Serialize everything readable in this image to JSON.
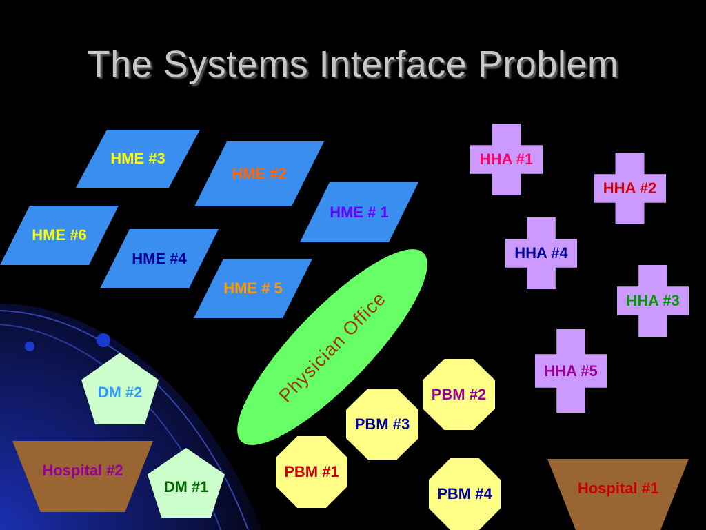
{
  "title": "The Systems Interface Problem",
  "hme": [
    {
      "label": "HME #3",
      "color": "#ffff00"
    },
    {
      "label": "HME #2",
      "color": "#ff6600"
    },
    {
      "label": "HME # 1",
      "color": "#6600ff"
    },
    {
      "label": "HME #6",
      "color": "#ffff00"
    },
    {
      "label": "HME #4",
      "color": "#000099"
    },
    {
      "label": "HME # 5",
      "color": "#ff9900"
    }
  ],
  "hha": [
    {
      "label": "HHA #1",
      "color": "#ff0066"
    },
    {
      "label": "HHA #2",
      "color": "#cc0000"
    },
    {
      "label": "HHA #4",
      "color": "#000099"
    },
    {
      "label": "HHA #3",
      "color": "#009900"
    },
    {
      "label": "HHA #5",
      "color": "#990099"
    }
  ],
  "physician_office": {
    "label": "Physician Office",
    "color": "#993300"
  },
  "pbm": [
    {
      "label": "PBM #2",
      "color": "#990099"
    },
    {
      "label": "PBM #3",
      "color": "#000099"
    },
    {
      "label": "PBM #1",
      "color": "#cc0000"
    },
    {
      "label": "PBM #4",
      "color": "#000099"
    }
  ],
  "dm": [
    {
      "label": "DM #2",
      "color": "#3399ff"
    },
    {
      "label": "DM #1",
      "color": "#006600"
    }
  ],
  "hospitals": [
    {
      "label": "Hospital #2",
      "color": "#990099"
    },
    {
      "label": "Hospital #1",
      "color": "#cc0000"
    }
  ]
}
